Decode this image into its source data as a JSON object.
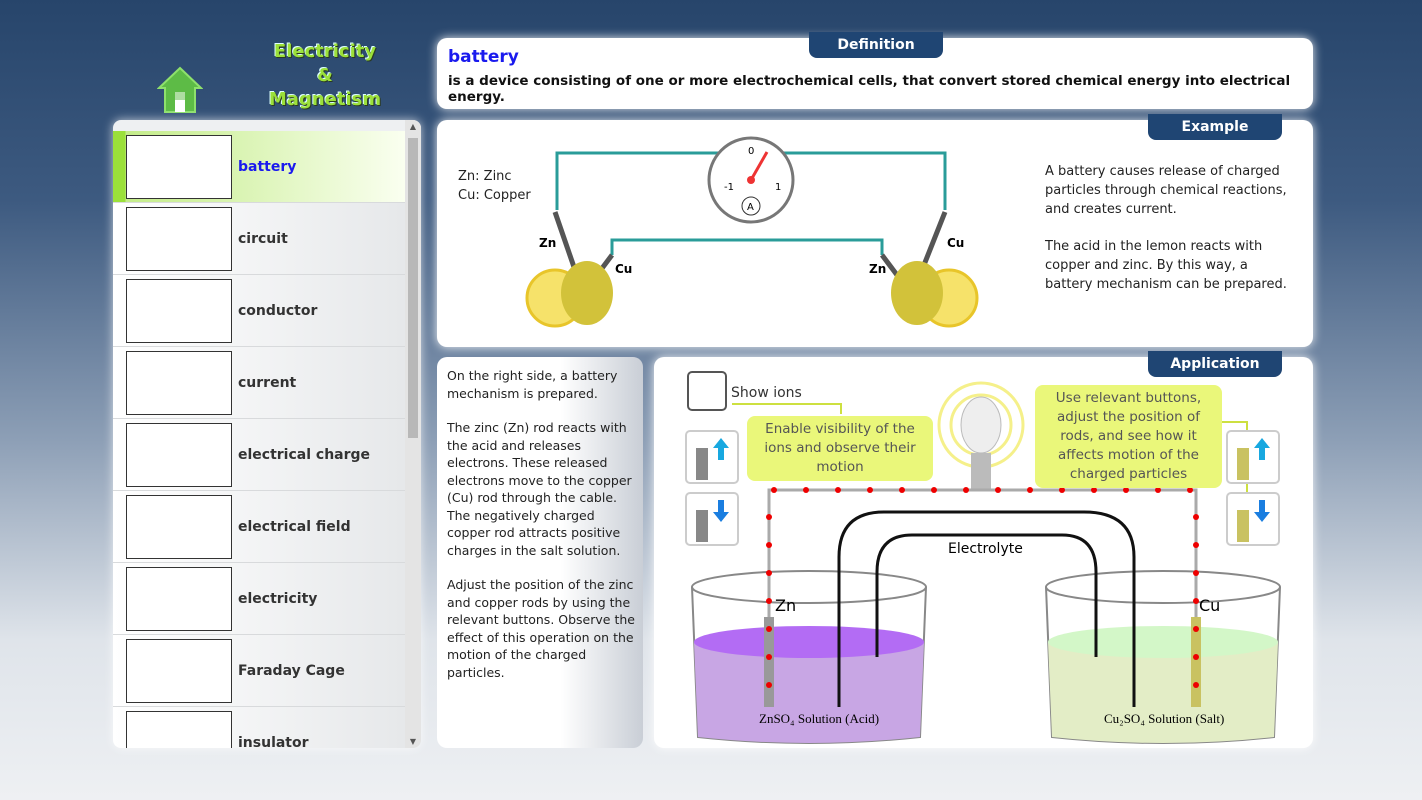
{
  "header": {
    "title_line1": "Electricity",
    "title_line2": "&",
    "title_line3": "Magnetism"
  },
  "sidebar": {
    "items": [
      {
        "label": "battery",
        "active": true
      },
      {
        "label": "circuit"
      },
      {
        "label": "conductor"
      },
      {
        "label": "current"
      },
      {
        "label": "electrical charge"
      },
      {
        "label": "electrical field"
      },
      {
        "label": "electricity"
      },
      {
        "label": "Faraday Cage"
      },
      {
        "label": "insulator"
      }
    ]
  },
  "definition": {
    "tab": "Definition",
    "term": "battery",
    "text": "is a device consisting of one or more electrochemical cells, that convert stored chemical energy into electrical energy."
  },
  "example": {
    "tab": "Example",
    "legend": [
      "Zn: Zinc",
      "Cu: Copper"
    ],
    "rod_labels": {
      "zn": "Zn",
      "cu": "Cu"
    },
    "meter": {
      "zero": "0",
      "neg": "-1",
      "pos": "1",
      "unit": "A"
    },
    "paragraphs": [
      "A battery causes release of charged particles through chemical reactions, and creates current.",
      "The acid in the lemon reacts with copper and zinc. By this way, a battery mechanism can be prepared."
    ]
  },
  "explanation": {
    "paragraphs": [
      "On the right side, a battery mechanism is prepared.",
      "The zinc (Zn) rod reacts with the acid and releases electrons. These released electrons move to the copper (Cu) rod through the cable. The negatively charged copper rod attracts positive charges in the salt solution.",
      "Adjust the position of the zinc and copper rods by using the relevant buttons. Observe the effect of this operation on the motion of the charged particles."
    ]
  },
  "application": {
    "tab": "Application",
    "show_ions_label": "Show ions",
    "show_ions_checked": false,
    "tip_ions": "Enable visibility of the ions and observe their motion",
    "tip_rods": "Use relevant buttons, adjust the position of rods, and see how it affects motion of the charged particles",
    "electrolyte": "Electrolyte",
    "zn": "Zn",
    "cu": "Cu",
    "left_solution": "ZnSO₄ Solution (Acid)",
    "right_solution": "Cu₂SO₄ Solution (Salt)"
  }
}
